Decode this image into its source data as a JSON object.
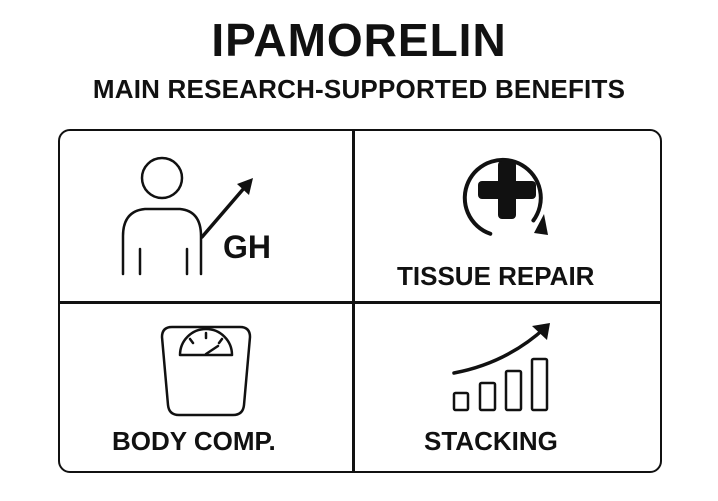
{
  "header": {
    "title": "IPAMORELIN",
    "subtitle": "MAIN RESEARCH-SUPPORTED BENEFITS"
  },
  "benefits": [
    {
      "label": "GH",
      "icon": "person-arrow-up-icon"
    },
    {
      "label": "TISSUE REPAIR",
      "icon": "medical-cross-cycle-icon"
    },
    {
      "label": "BODY COMP.",
      "icon": "weight-scale-icon"
    },
    {
      "label": "STACKING",
      "icon": "bar-chart-growth-icon"
    }
  ],
  "colors": {
    "ink": "#111111",
    "background": "#ffffff"
  }
}
